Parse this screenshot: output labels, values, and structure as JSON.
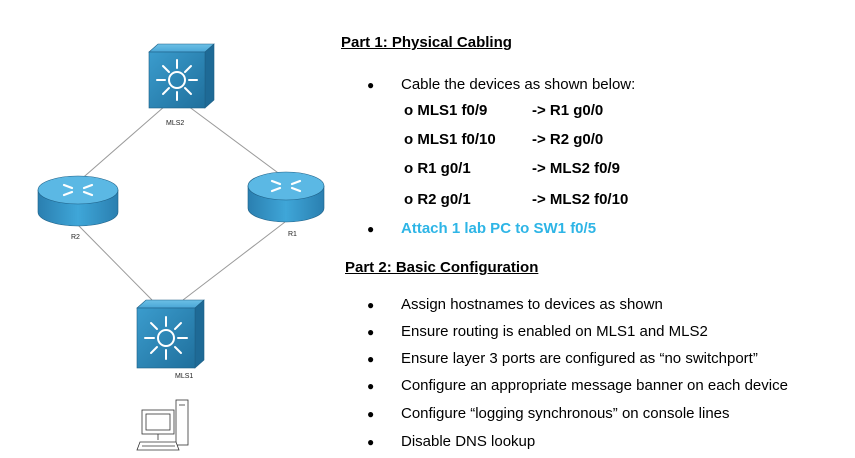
{
  "diagram": {
    "nodes": {
      "mls2": "MLS2",
      "r2": "R2",
      "r1": "R1",
      "mls1": "MLS1"
    }
  },
  "part1": {
    "heading": "Part 1: Physical Cabling",
    "intro": "Cable the devices as shown below:",
    "cables": [
      {
        "from": "o MLS1 f0/9",
        "to": "-> R1 g0/0"
      },
      {
        "from": "o MLS1 f0/10",
        "to": "-> R2 g0/0"
      },
      {
        "from": "o R1 g0/1",
        "to": "-> MLS2 f0/9"
      },
      {
        "from": "o R2 g0/1",
        "to": "-> MLS2 f0/10"
      }
    ],
    "attach": "Attach 1 lab PC to SW1 f0/5"
  },
  "part2": {
    "heading": "Part 2: Basic Configuration",
    "items": [
      "Assign hostnames to devices as shown",
      "Ensure routing is enabled on MLS1 and MLS2",
      "Ensure layer 3 ports are configured as “no switchport”",
      "Configure an appropriate message banner on each device",
      "Configure “logging synchronous” on console lines",
      "Disable DNS lookup"
    ]
  },
  "colors": {
    "device_blue": "#2f8fbd",
    "highlight": "#2eb5e6"
  }
}
